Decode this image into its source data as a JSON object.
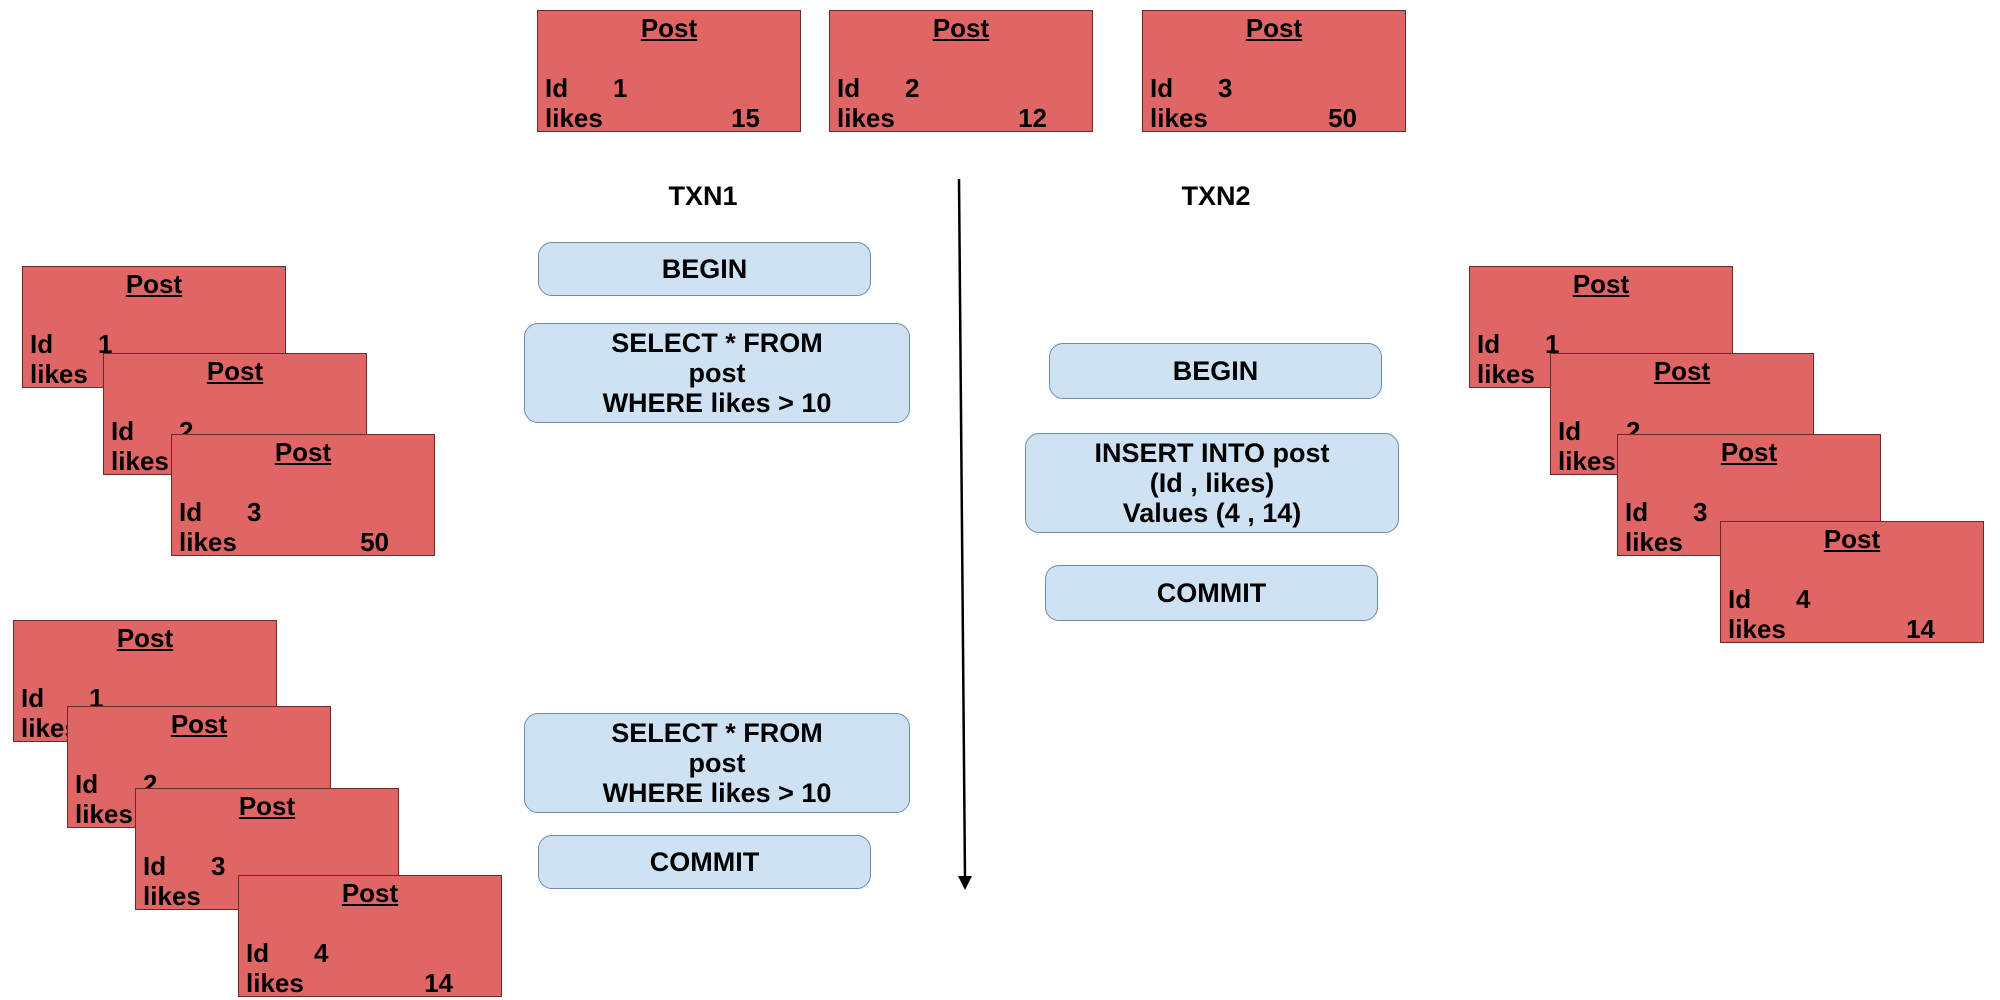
{
  "post_label": "Post",
  "id_label": "Id",
  "likes_label": "likes",
  "colors": {
    "post_fill": "#e06666",
    "step_fill": "#cfe2f3",
    "arrow": "#000000"
  },
  "top_posts": [
    {
      "id": "1",
      "likes": "15"
    },
    {
      "id": "2",
      "likes": "12"
    },
    {
      "id": "3",
      "likes": "50"
    }
  ],
  "txn1": {
    "title": "TXN1",
    "steps": [
      "BEGIN",
      "SELECT * FROM\npost\nWHERE likes > 10",
      "SELECT * FROM\npost\nWHERE likes > 10",
      "COMMIT"
    ]
  },
  "txn2": {
    "title": "TXN2",
    "steps": [
      "BEGIN",
      "INSERT INTO post\n(Id , likes)\nValues (4 , 14)",
      "COMMIT"
    ]
  },
  "result_first_select": [
    {
      "id": "1",
      "likes": ""
    },
    {
      "id": "2",
      "likes": ""
    },
    {
      "id": "3",
      "likes": "50"
    }
  ],
  "result_second_select": [
    {
      "id": "1",
      "likes": ""
    },
    {
      "id": "2",
      "likes": ""
    },
    {
      "id": "3",
      "likes": ""
    },
    {
      "id": "4",
      "likes": "14"
    }
  ],
  "table_after_insert": [
    {
      "id": "1",
      "likes": ""
    },
    {
      "id": "2",
      "likes": ""
    },
    {
      "id": "3",
      "likes": ""
    },
    {
      "id": "4",
      "likes": "14"
    }
  ]
}
